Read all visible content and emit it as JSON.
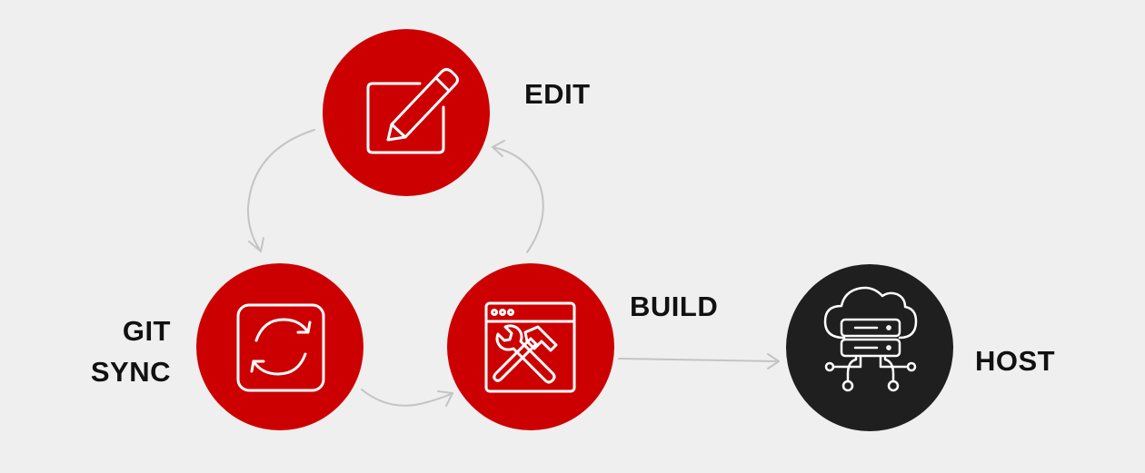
{
  "colors": {
    "background": "#efefef",
    "accent_red": "#cc0000",
    "host_dark": "#1f1f1f",
    "icon_white": "#ffffff",
    "label_text": "#111111",
    "connector_gray": "#c4c4c4"
  },
  "nodes": {
    "edit": {
      "label": "EDIT",
      "icon": "edit-pencil-icon",
      "color": "#cc0000"
    },
    "git_sync": {
      "label_line1": "GIT",
      "label_line2": "SYNC",
      "icon": "sync-arrows-icon",
      "color": "#cc0000"
    },
    "build": {
      "label": "BUILD",
      "icon": "build-tools-icon",
      "color": "#cc0000"
    },
    "host": {
      "label": "HOST",
      "icon": "cloud-server-icon",
      "color": "#1f1f1f"
    }
  },
  "connections": [
    {
      "from": "edit",
      "to": "git_sync"
    },
    {
      "from": "git_sync",
      "to": "build"
    },
    {
      "from": "build",
      "to": "edit"
    },
    {
      "from": "build",
      "to": "host"
    }
  ]
}
